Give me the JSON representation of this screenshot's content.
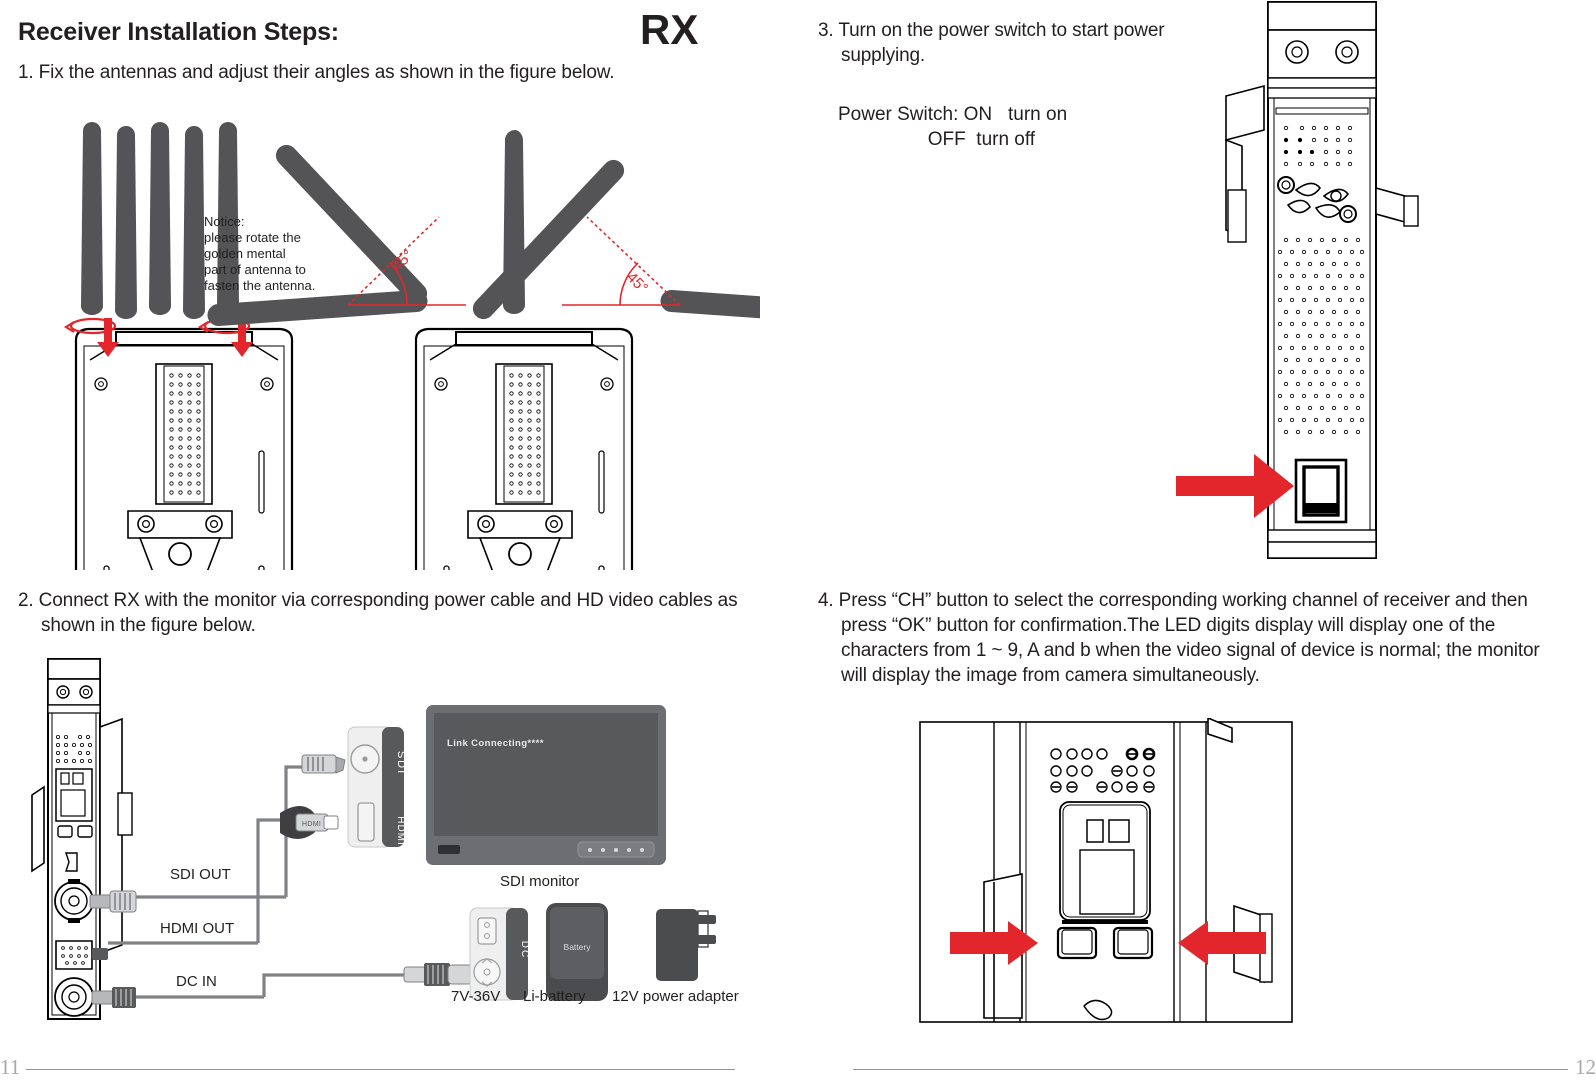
{
  "document": {
    "title": "Receiver Installation Steps:",
    "device_badge": "RX"
  },
  "left_column": {
    "step1": "1. Fix the antennas and adjust their angles as shown in the figure below.",
    "notice": {
      "heading": "Notice:",
      "line1": "please rotate the",
      "line2": "golden mental",
      "line3": "part of antenna to",
      "line4": "fasten the antenna."
    },
    "angle_label_left": "45°",
    "angle_label_right": "45°",
    "step2": "2. Connect RX with the monitor via corresponding power cable and HD video cables as shown in the figure below.",
    "port_labels": {
      "sdi_out": "SDI OUT",
      "hdmi_out": "HDMI OUT",
      "dc_in": "DC IN"
    },
    "connector_chips": {
      "sdi": "SDI",
      "hdmi_port": "HDMI",
      "hdmi_plug": "HDMI",
      "dc": "DC",
      "battery": "Battery"
    },
    "monitor": {
      "screen_text": "Link Connecting****",
      "caption": "SDI monitor"
    },
    "accessory_captions": {
      "power_range": "7V-36V",
      "battery": "Li-battery",
      "adapter": "12V power adapter"
    },
    "page_number": "11"
  },
  "right_column": {
    "step3": "3. Turn on the power switch to start power supplying.",
    "power_switch": {
      "label": "Power Switch:",
      "on_key": "ON",
      "on_value": "turn on",
      "off_key": "OFF",
      "off_value": "turn off",
      "block_text": "Power Switch: ON   turn on\n                 OFF  turn off"
    },
    "step4": "4. Press “CH” button to select the corresponding working channel of receiver and then press “OK” button for confirmation.The LED digits display will  display one of the characters from 1 ~ 9, A and b when the video signal of device is normal; the monitor will display the image from camera simultaneously.",
    "page_number": "12"
  },
  "colors": {
    "accent_red": "#e3262c",
    "ink": "#231f20",
    "rule_gray": "#939598",
    "page_num_gray": "#a7a9ac",
    "antenna_gray": "#545456",
    "monitor_body": "#6d6e71",
    "screen_dark": "#58595b"
  }
}
